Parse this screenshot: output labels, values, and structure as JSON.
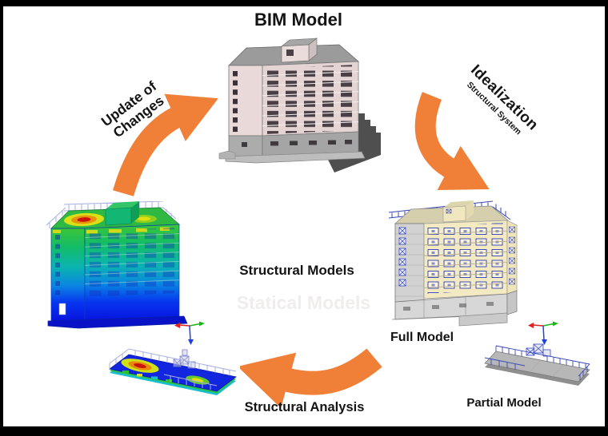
{
  "title": "BIM Model",
  "labels": {
    "update_line1": "Update of",
    "update_line2": "Changes",
    "idealization": "Idealization",
    "idealization_sub": "Structural System",
    "center": "Structural Models",
    "center_ghost": "Statical Models",
    "full_model": "Full Model",
    "partial_model": "Partial Model",
    "analysis": "Structural Analysis"
  },
  "figures": [
    "bim-building-illustration",
    "fea-building-illustration",
    "structural-full-model-illustration",
    "fea-slab-illustration",
    "partial-model-slab-illustration",
    "axis-triad-icon"
  ],
  "colors": {
    "frame-black": "#000000",
    "arrow-orange": "#F08038",
    "ghost-gray": "#F0EDED",
    "bim-wall-pink": "#E9D9D9",
    "bim-roof-gray": "#9B9B9B",
    "struct-wall-cream": "#F3EAC2",
    "struct-frame-blue": "#2B3BB5",
    "heat-red": "#CB1408",
    "heat-orange": "#E8880C",
    "heat-yellow": "#E2DF12",
    "heat-green": "#2FB943",
    "heat-cyan": "#09B6D8",
    "heat-blue": "#1226E0",
    "axis-red": "#E02020",
    "axis-green": "#18B818",
    "axis-blue": "#2040E0"
  }
}
